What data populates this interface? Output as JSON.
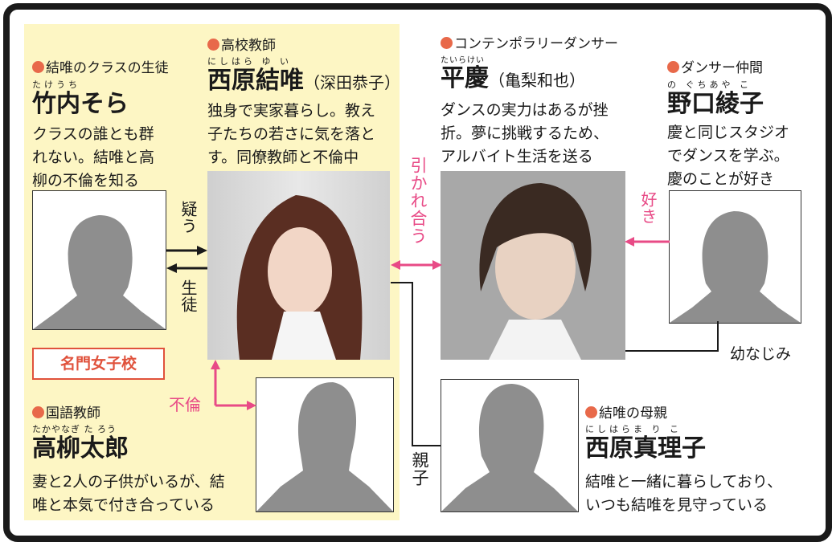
{
  "colors": {
    "accent_dot": "#e8694a",
    "pink": "#e84a86",
    "panel": "#fdf6c4",
    "school_red": "#e0523c"
  },
  "characters": {
    "takeuchi": {
      "category": "結唯のクラスの生徒",
      "ruby": "たけうち",
      "name": "竹内そら",
      "desc": [
        "クラスの誰とも群",
        "れない。結唯と高",
        "柳の不倫を知る"
      ]
    },
    "yui": {
      "category": "高校教師",
      "ruby": "にしはら ゆ い",
      "name": "西原結唯",
      "actor": "（深田恭子）",
      "desc": [
        "独身で実家暮らし。教え",
        "子たちの若さに気を落と",
        "す。同僚教師と不倫中"
      ]
    },
    "kei": {
      "category": "コンテンポラリーダンサー",
      "ruby": "たいらけい",
      "name": "平慶",
      "actor": "（亀梨和也）",
      "desc": [
        "ダンスの実力はあるが挫",
        "折。夢に挑戦するため、",
        "アルバイト生活を送る"
      ]
    },
    "noguchi": {
      "category": "ダンサー仲間",
      "ruby": "の ぐちあや こ",
      "name": "野口綾子",
      "desc": [
        "慶と同じスタジオ",
        "でダンスを学ぶ。",
        "慶のことが好き"
      ]
    },
    "takayanagi": {
      "category": "国語教師",
      "ruby": "たかやなぎ た ろう",
      "name": "高柳太郎",
      "desc": [
        "妻と2人の子供がいるが、結",
        "唯と本気で付き合っている"
      ]
    },
    "mariko": {
      "category": "結唯の母親",
      "ruby": "にしはらま り こ",
      "name": "西原真理子",
      "desc": [
        "結唯と一緒に暮らしており、",
        "いつも結唯を見守っている"
      ]
    }
  },
  "relations": {
    "suspect": "疑う",
    "student": "生徒",
    "school": "名門女子校",
    "affair": "不倫",
    "attracted": "引かれ合う",
    "parent_child": "親子",
    "likes": "好き",
    "childhood_friend": "幼なじみ"
  }
}
